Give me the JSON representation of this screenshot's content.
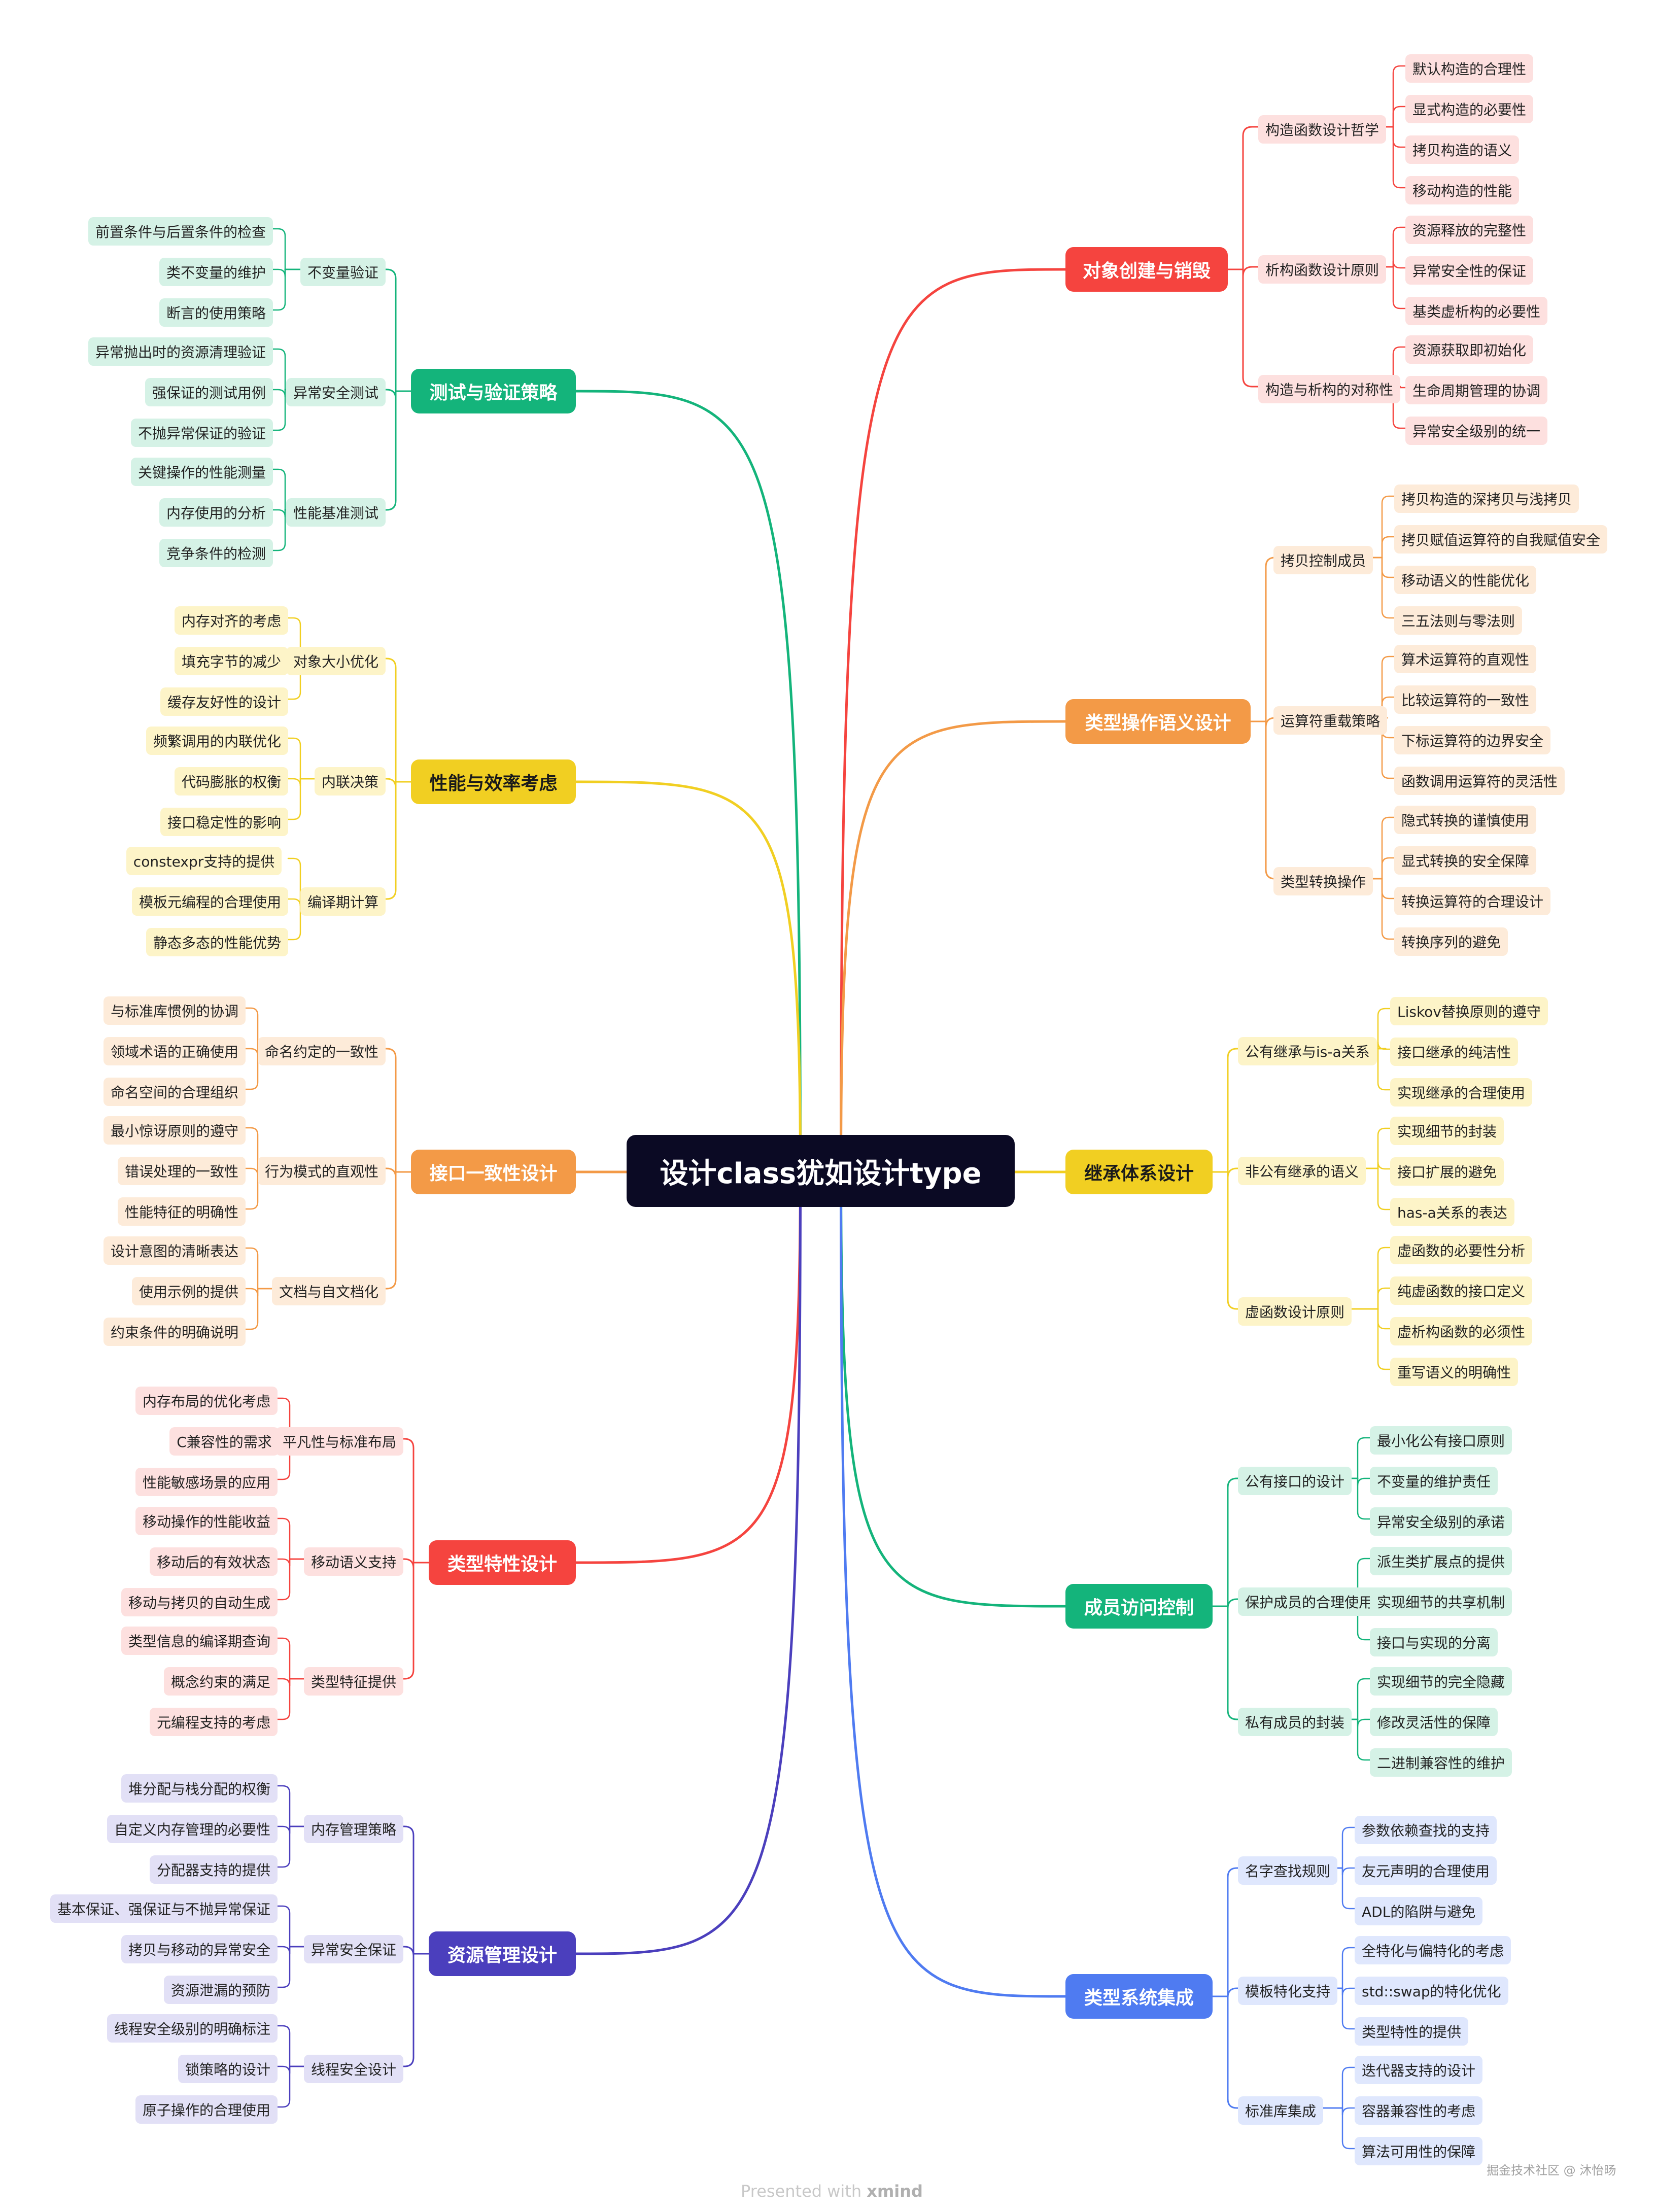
{
  "root": {
    "label": "设计class犹如设计type"
  },
  "branches": [
    {
      "id": "obj",
      "label": "对象创建与销毁",
      "color": "#f5443f",
      "light": "#fde0df",
      "text": "#222222",
      "side": "right",
      "groups": [
        {
          "label": "构造函数设计哲学",
          "leaves": [
            "默认构造的合理性",
            "显式构造的必要性",
            "拷贝构造的语义",
            "移动构造的性能"
          ]
        },
        {
          "label": "析构函数设计原则",
          "leaves": [
            "资源释放的完整性",
            "异常安全性的保证",
            "基类虚析构的必要性"
          ]
        },
        {
          "label": "构造与析构的对称性",
          "leaves": [
            "资源获取即初始化",
            "生命周期管理的协调",
            "异常安全级别的统一"
          ]
        }
      ]
    },
    {
      "id": "ops",
      "label": "类型操作语义设计",
      "color": "#f39a47",
      "light": "#fdebd9",
      "text": "#222222",
      "side": "right",
      "groups": [
        {
          "label": "拷贝控制成员",
          "leaves": [
            "拷贝构造的深拷贝与浅拷贝",
            "拷贝赋值运算符的自我赋值安全",
            "移动语义的性能优化",
            "三五法则与零法则"
          ]
        },
        {
          "label": "运算符重载策略",
          "leaves": [
            "算术运算符的直观性",
            "比较运算符的一致性",
            "下标运算符的边界安全",
            "函数调用运算符的灵活性"
          ]
        },
        {
          "label": "类型转换操作",
          "leaves": [
            "隐式转换的谨慎使用",
            "显式转换的安全保障",
            "转换运算符的合理设计",
            "转换序列的避免"
          ]
        }
      ]
    },
    {
      "id": "inh",
      "label": "继承体系设计",
      "color": "#f1cf22",
      "light": "#fdf4c8",
      "text": "#222222",
      "side": "right",
      "yellow": true,
      "groups": [
        {
          "label": "公有继承与is-a关系",
          "leaves": [
            "Liskov替换原则的遵守",
            "接口继承的纯洁性",
            "实现继承的合理使用"
          ]
        },
        {
          "label": "非公有继承的语义",
          "leaves": [
            "实现细节的封装",
            "接口扩展的避免",
            "has-a关系的表达"
          ]
        },
        {
          "label": "虚函数设计原则",
          "leaves": [
            "虚函数的必要性分析",
            "纯虚函数的接口定义",
            "虚析构函数的必须性",
            "重写语义的明确性"
          ]
        }
      ]
    },
    {
      "id": "acc",
      "label": "成员访问控制",
      "color": "#14b47b",
      "light": "#d5f2e6",
      "text": "#222222",
      "side": "right",
      "groups": [
        {
          "label": "公有接口的设计",
          "leaves": [
            "最小化公有接口原则",
            "不变量的维护责任",
            "异常安全级别的承诺"
          ]
        },
        {
          "label": "保护成员的合理使用",
          "leaves": [
            "派生类扩展点的提供",
            "实现细节的共享机制",
            "接口与实现的分离"
          ]
        },
        {
          "label": "私有成员的封装",
          "leaves": [
            "实现细节的完全隐藏",
            "修改灵活性的保障",
            "二进制兼容性的维护"
          ]
        }
      ]
    },
    {
      "id": "sys",
      "label": "类型系统集成",
      "color": "#4f7bf1",
      "light": "#dfe7fd",
      "text": "#222222",
      "side": "right",
      "groups": [
        {
          "label": "名字查找规则",
          "leaves": [
            "参数依赖查找的支持",
            "友元声明的合理使用",
            "ADL的陷阱与避免"
          ]
        },
        {
          "label": "模板特化支持",
          "leaves": [
            "全特化与偏特化的考虑",
            "std::swap的特化优化",
            "类型特性的提供"
          ]
        },
        {
          "label": "标准库集成",
          "leaves": [
            "迭代器支持的设计",
            "容器兼容性的考虑",
            "算法可用性的保障"
          ]
        }
      ]
    },
    {
      "id": "test",
      "label": "测试与验证策略",
      "color": "#14b47b",
      "light": "#d5f2e6",
      "text": "#222222",
      "side": "left",
      "groups": [
        {
          "label": "不变量验证",
          "leaves": [
            "前置条件与后置条件的检查",
            "类不变量的维护",
            "断言的使用策略"
          ]
        },
        {
          "label": "异常安全测试",
          "leaves": [
            "异常抛出时的资源清理验证",
            "强保证的测试用例",
            "不抛异常保证的验证"
          ]
        },
        {
          "label": "性能基准测试",
          "leaves": [
            "关键操作的性能测量",
            "内存使用的分析",
            "竞争条件的检测"
          ]
        }
      ]
    },
    {
      "id": "perf",
      "label": "性能与效率考虑",
      "color": "#f1cf22",
      "light": "#fdf4c8",
      "text": "#222222",
      "side": "left",
      "yellow": true,
      "groups": [
        {
          "label": "对象大小优化",
          "leaves": [
            "内存对齐的考虑",
            "填充字节的减少",
            "缓存友好性的设计"
          ]
        },
        {
          "label": "内联决策",
          "leaves": [
            "频繁调用的内联优化",
            "代码膨胀的权衡",
            "接口稳定性的影响"
          ]
        },
        {
          "label": "编译期计算",
          "leaves": [
            "constexpr支持的提供",
            "模板元编程的合理使用",
            "静态多态的性能优势"
          ]
        }
      ]
    },
    {
      "id": "iface",
      "label": "接口一致性设计",
      "color": "#f39a47",
      "light": "#fdebd9",
      "text": "#222222",
      "side": "left",
      "groups": [
        {
          "label": "命名约定的一致性",
          "leaves": [
            "与标准库惯例的协调",
            "领域术语的正确使用",
            "命名空间的合理组织"
          ]
        },
        {
          "label": "行为模式的直观性",
          "leaves": [
            "最小惊讶原则的遵守",
            "错误处理的一致性",
            "性能特征的明确性"
          ]
        },
        {
          "label": "文档与自文档化",
          "leaves": [
            "设计意图的清晰表达",
            "使用示例的提供",
            "约束条件的明确说明"
          ]
        }
      ]
    },
    {
      "id": "trait",
      "label": "类型特性设计",
      "color": "#f5443f",
      "light": "#fde0df",
      "text": "#222222",
      "side": "left",
      "groups": [
        {
          "label": "平凡性与标准布局",
          "leaves": [
            "内存布局的优化考虑",
            "C兼容性的需求",
            "性能敏感场景的应用"
          ]
        },
        {
          "label": "移动语义支持",
          "leaves": [
            "移动操作的性能收益",
            "移动后的有效状态",
            "移动与拷贝的自动生成"
          ]
        },
        {
          "label": "类型特征提供",
          "leaves": [
            "类型信息的编译期查询",
            "概念约束的满足",
            "元编程支持的考虑"
          ]
        }
      ]
    },
    {
      "id": "res",
      "label": "资源管理设计",
      "color": "#4b3fbd",
      "light": "#e2e0f6",
      "text": "#222222",
      "side": "left",
      "groups": [
        {
          "label": "内存管理策略",
          "leaves": [
            "堆分配与栈分配的权衡",
            "自定义内存管理的必要性",
            "分配器支持的提供"
          ]
        },
        {
          "label": "异常安全保证",
          "leaves": [
            "基本保证、强保证与不抛异常保证",
            "拷贝与移动的异常安全",
            "资源泄漏的预防"
          ]
        },
        {
          "label": "线程安全设计",
          "leaves": [
            "线程安全级别的明确标注",
            "锁策略的设计",
            "原子操作的合理使用"
          ]
        }
      ]
    }
  ],
  "footer": {
    "prefix": "Presented with ",
    "brand": "xmind"
  },
  "credit": "掘金技术社区 @ 沐怡旸"
}
